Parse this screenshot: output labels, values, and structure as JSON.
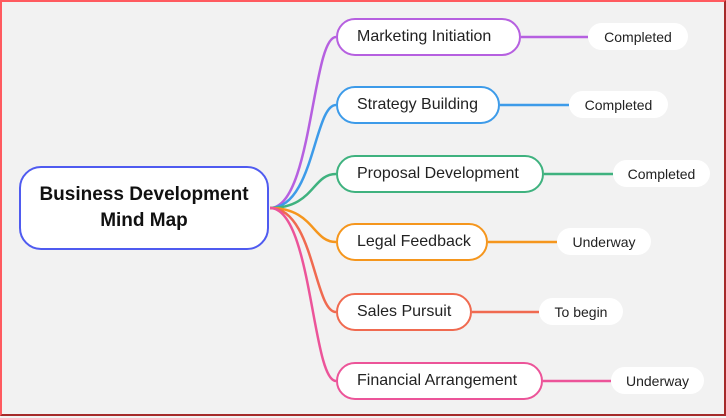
{
  "root": {
    "line1": "Business Development",
    "line2": "Mind Map",
    "color": "#4f5bf0"
  },
  "branches": [
    {
      "label": "Marketing Initiation",
      "status": "Completed",
      "color": "#b660e0"
    },
    {
      "label": "Strategy Building",
      "status": "Completed",
      "color": "#3d9be9"
    },
    {
      "label": "Proposal Development",
      "status": "Completed",
      "color": "#3fb27f"
    },
    {
      "label": "Legal Feedback",
      "status": "Underway",
      "color": "#f5961d"
    },
    {
      "label": "Sales Pursuit",
      "status": "To begin",
      "color": "#f06a50"
    },
    {
      "label": "Financial Arrangement",
      "status": "Underway",
      "color": "#ec5499"
    }
  ]
}
